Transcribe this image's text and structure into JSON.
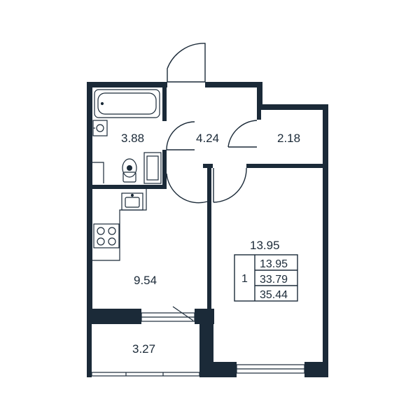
{
  "floor_plan": {
    "colors": {
      "wall": "#1b2a38",
      "line": "#1b2a38",
      "background": "#ffffff"
    },
    "rooms": [
      {
        "id": "bathroom",
        "area": "3.88"
      },
      {
        "id": "hallway",
        "area": "4.24"
      },
      {
        "id": "storage",
        "area": "2.18"
      },
      {
        "id": "kitchen",
        "area": "9.54"
      },
      {
        "id": "balcony",
        "area": "3.27"
      },
      {
        "id": "living-room",
        "area": "13.95"
      }
    ],
    "summary": {
      "rooms_count": "1",
      "living_area": "13.95",
      "total_area": "33.79",
      "total_with_balcony": "35.44"
    }
  }
}
